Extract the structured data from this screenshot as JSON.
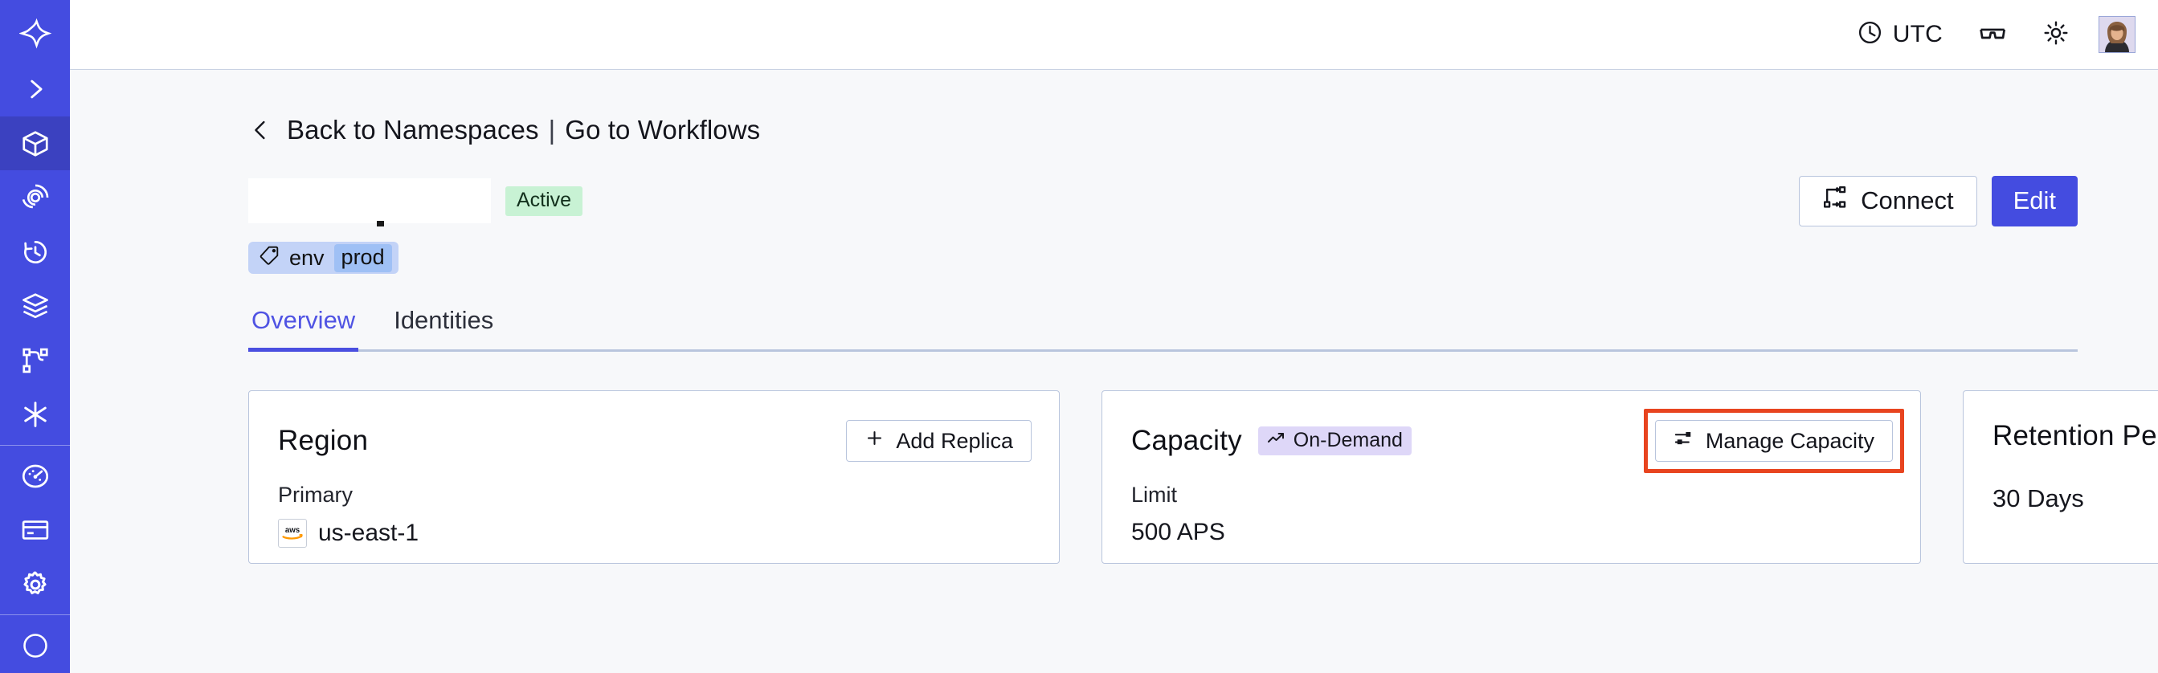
{
  "sidebar": {
    "brand_color": "#444ce0",
    "active_item_color": "#3b41c0",
    "items": [
      {
        "name": "logo",
        "icon": "temporal-star-logo"
      },
      {
        "name": "expand",
        "icon": "chevron-right-icon"
      },
      {
        "name": "namespaces",
        "icon": "cube-icon",
        "active": true
      },
      {
        "name": "observability",
        "icon": "eye-spiral-icon",
        "active": false
      },
      {
        "name": "schedules",
        "icon": "clock-arrow-icon",
        "active": false
      },
      {
        "name": "batch-operations",
        "icon": "layers-icon",
        "active": false
      },
      {
        "name": "workflows",
        "icon": "nodes-graph-icon",
        "active": false
      },
      {
        "name": "nexus",
        "icon": "asterisk-icon",
        "active": false
      },
      {
        "name": "usage",
        "icon": "gauge-icon",
        "active": false
      },
      {
        "name": "billing",
        "icon": "credit-card-icon",
        "active": false
      },
      {
        "name": "settings",
        "icon": "gear-icon",
        "active": false
      }
    ]
  },
  "topbar": {
    "timezone_label": "UTC",
    "timezone_icon": "clock-icon",
    "readonly_icon": "glasses-icon",
    "theme_icon": "sun-icon",
    "avatar_icon": "user-avatar"
  },
  "breadcrumb": {
    "back_icon": "chevron-left-icon",
    "back_label": "Back to Namespaces",
    "separator": "|",
    "forward_label": "Go to Workflows"
  },
  "namespace": {
    "name_redacted": "",
    "status_badge": "Active",
    "status_badge_color": "#c8f2d4",
    "tag": {
      "icon": "tag-icon",
      "key": "env",
      "value": "prod"
    }
  },
  "header_actions": {
    "connect_icon": "connect-flow-icon",
    "connect_label": "Connect",
    "edit_label": "Edit",
    "edit_color": "#444ce0"
  },
  "tabs": [
    {
      "label": "Overview",
      "active": true
    },
    {
      "label": "Identities",
      "active": false
    }
  ],
  "cards": {
    "region": {
      "title": "Region",
      "action_icon": "plus-icon",
      "action_label": "Add Replica",
      "sub_label": "Primary",
      "provider_icon": "aws-logo",
      "value": "us-east-1"
    },
    "capacity": {
      "title": "Capacity",
      "badge_icon": "trend-up-icon",
      "badge_label": "On-Demand",
      "badge_color": "#ded7f8",
      "action_icon": "sliders-icon",
      "action_label": "Manage Capacity",
      "action_highlight_color": "#e8441f",
      "sub_label": "Limit",
      "value": "500 APS"
    },
    "retention": {
      "title": "Retention Period",
      "value": "30 Days"
    }
  }
}
